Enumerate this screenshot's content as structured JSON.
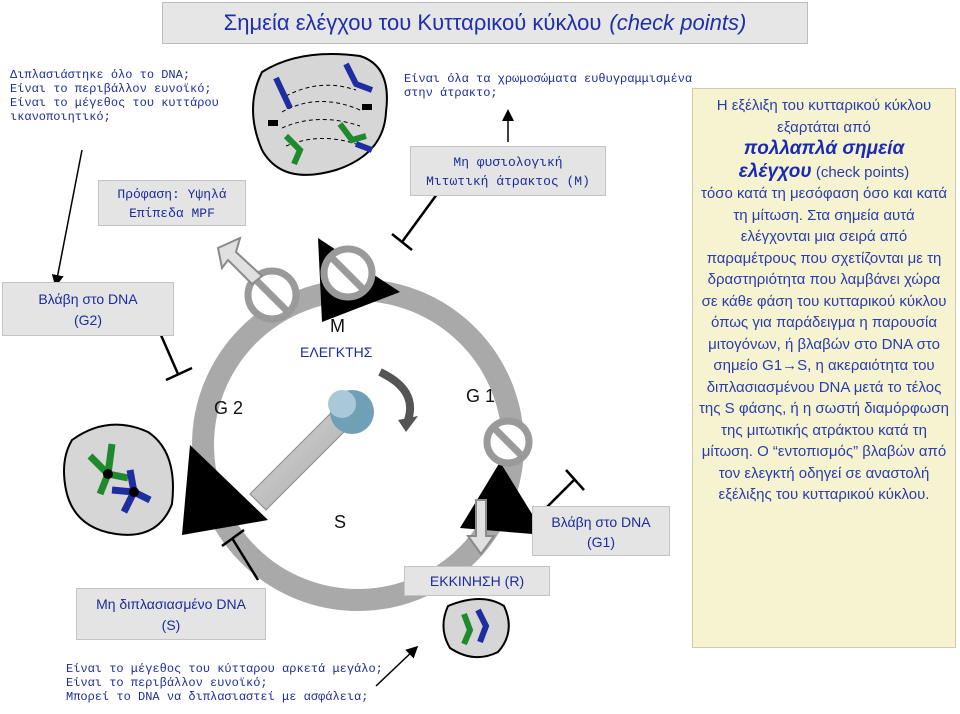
{
  "title": {
    "main": "Σημεία ελέγχου του Κυτταρικού κύκλου",
    "en": "(check points)"
  },
  "top_left_questions": [
    "Διπλασιάστηκε όλο το DNA;",
    "Είναι το περιβάλλον ευνοϊκό;",
    "Είναι το μέγεθος του κυττάρου",
    "ικανοποιητικό;"
  ],
  "top_right_question": [
    "Είναι όλα τα χρωμοσώματα ευθυγραμμισμένα",
    "στην άτρακτο;"
  ],
  "box_mpf": [
    "Πρόφαση: Υψηλά",
    "Επίπεδα MPF"
  ],
  "box_spindle": [
    "Μη φυσιολογική",
    "Μιτωτική άτρακτος (Μ)"
  ],
  "box_dna_g2": [
    "Βλάβη στο DNA",
    "(G2)"
  ],
  "box_dna_g1": [
    "Βλάβη στο DNA",
    "(G1)"
  ],
  "box_start": "ΕΚΚΙΝΗΣΗ (R)",
  "box_not_dup": [
    "Μη διπλασιασμένο DNA",
    "(S)"
  ],
  "bottom_questions": [
    "Είναι το μέγεθος του κύτταρου αρκετά μεγάλο;",
    "Είναι το περιβάλλον ευνοϊκό;",
    "Μπορεί το DNA να διπλασιαστεί με ασφάλεια;"
  ],
  "phase_labels": {
    "m": "M",
    "controller": "ΕΛΕΓΚΤΗΣ",
    "g2": "G 2",
    "g1": "G 1",
    "s": "S"
  },
  "info_text": {
    "p1": "Η εξέλιξη του κυτταρικού κύκλου εξαρτάται από",
    "emph1": "πολλαπλά σημεία",
    "emph2": "ελέγχου",
    "p2": "(check points)",
    "p3": "τόσο κατά τη μεσόφαση όσο και κατά τη μίτωση. Στα σημεία αυτά ελέγχονται μια σειρά από παραμέτρους που σχετίζονται με τη δραστηριότητα που λαμβάνει χώρα σε κάθε φάση του κυτταρικού κύκλου όπως για παράδειγμα η παρουσία μιτογόνων, ή βλαβών στο DNA στο σημείο G1→S, η ακεραιότητα του διπλασιασμένου DNA μετά το τέλος της S φάσης, ή η σωστή διαμόρφωση της μιτωτικής ατράκτου κατά τη μίτωση. Ο “εντοπισμός” βλαβών από τον ελεγκτή οδηγεί σε αναστολή εξέλιξης του κυτταρικού κύκλου."
  },
  "colors": {
    "title": "#1f2fa8",
    "text_blue": "#1c2c9c",
    "info_bg": "#f6f4d0",
    "box_gray": "#e4e4e4"
  }
}
